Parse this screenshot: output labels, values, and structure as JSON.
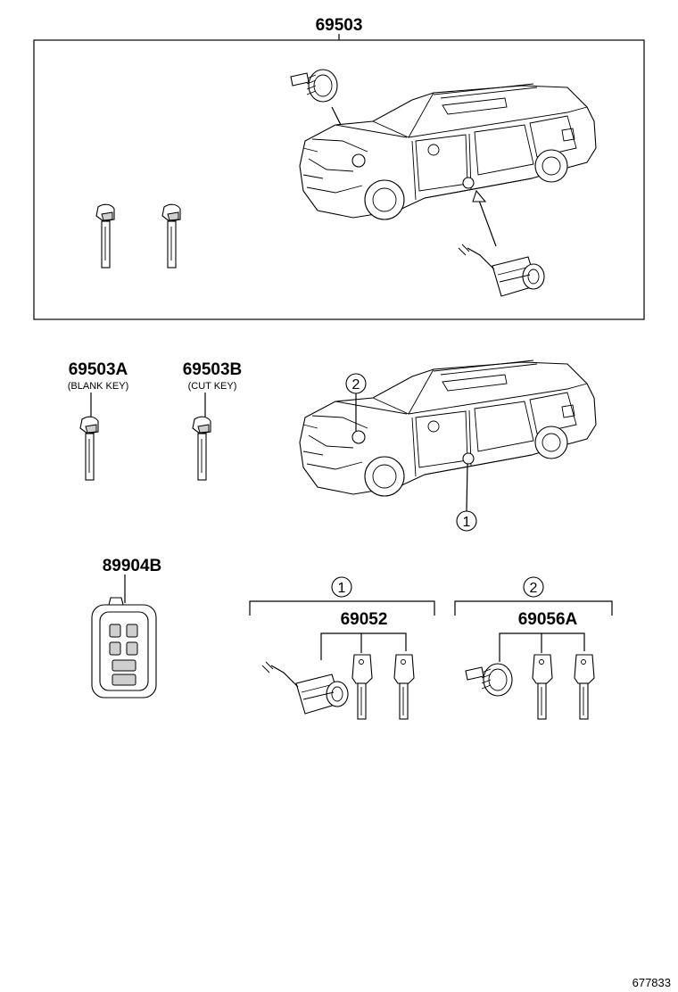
{
  "diagram": {
    "kit_part": "69503",
    "blank_key": {
      "part": "69503A",
      "note": "(BLANK KEY)"
    },
    "cut_key": {
      "part": "69503B",
      "note": "(CUT KEY)"
    },
    "smart_key": {
      "part": "89904B"
    },
    "group_1": {
      "circle": "1",
      "part": "69052"
    },
    "group_2": {
      "circle": "2",
      "part": "69056A"
    },
    "callouts": {
      "door_lock": "1",
      "ignition": "2"
    },
    "figure_number": "677833"
  }
}
